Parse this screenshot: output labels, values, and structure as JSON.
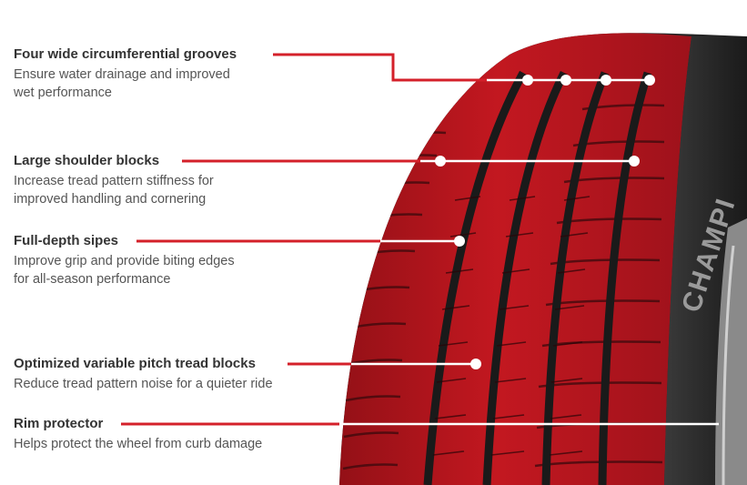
{
  "brand_text": "CHAMPI",
  "colors": {
    "accent": "#d4202a",
    "heading": "#333333",
    "body": "#555555",
    "tire_dark": "#2b2b2b",
    "tread_red": "#c8141c"
  },
  "features": [
    {
      "title": "Four wide circumferential grooves",
      "desc_lines": [
        "Ensure water drainage and improved",
        "wet performance"
      ]
    },
    {
      "title": "Large shoulder blocks",
      "desc_lines": [
        "Increase tread pattern stiffness for",
        "improved handling and cornering"
      ]
    },
    {
      "title": "Full-depth sipes",
      "desc_lines": [
        "Improve grip and provide biting edges",
        "for all-season performance"
      ]
    },
    {
      "title": "Optimized variable pitch tread blocks",
      "desc_lines": [
        "Reduce tread pattern noise for a quieter ride"
      ]
    },
    {
      "title": "Rim protector",
      "desc_lines": [
        "Helps protect the wheel from curb damage"
      ]
    }
  ]
}
